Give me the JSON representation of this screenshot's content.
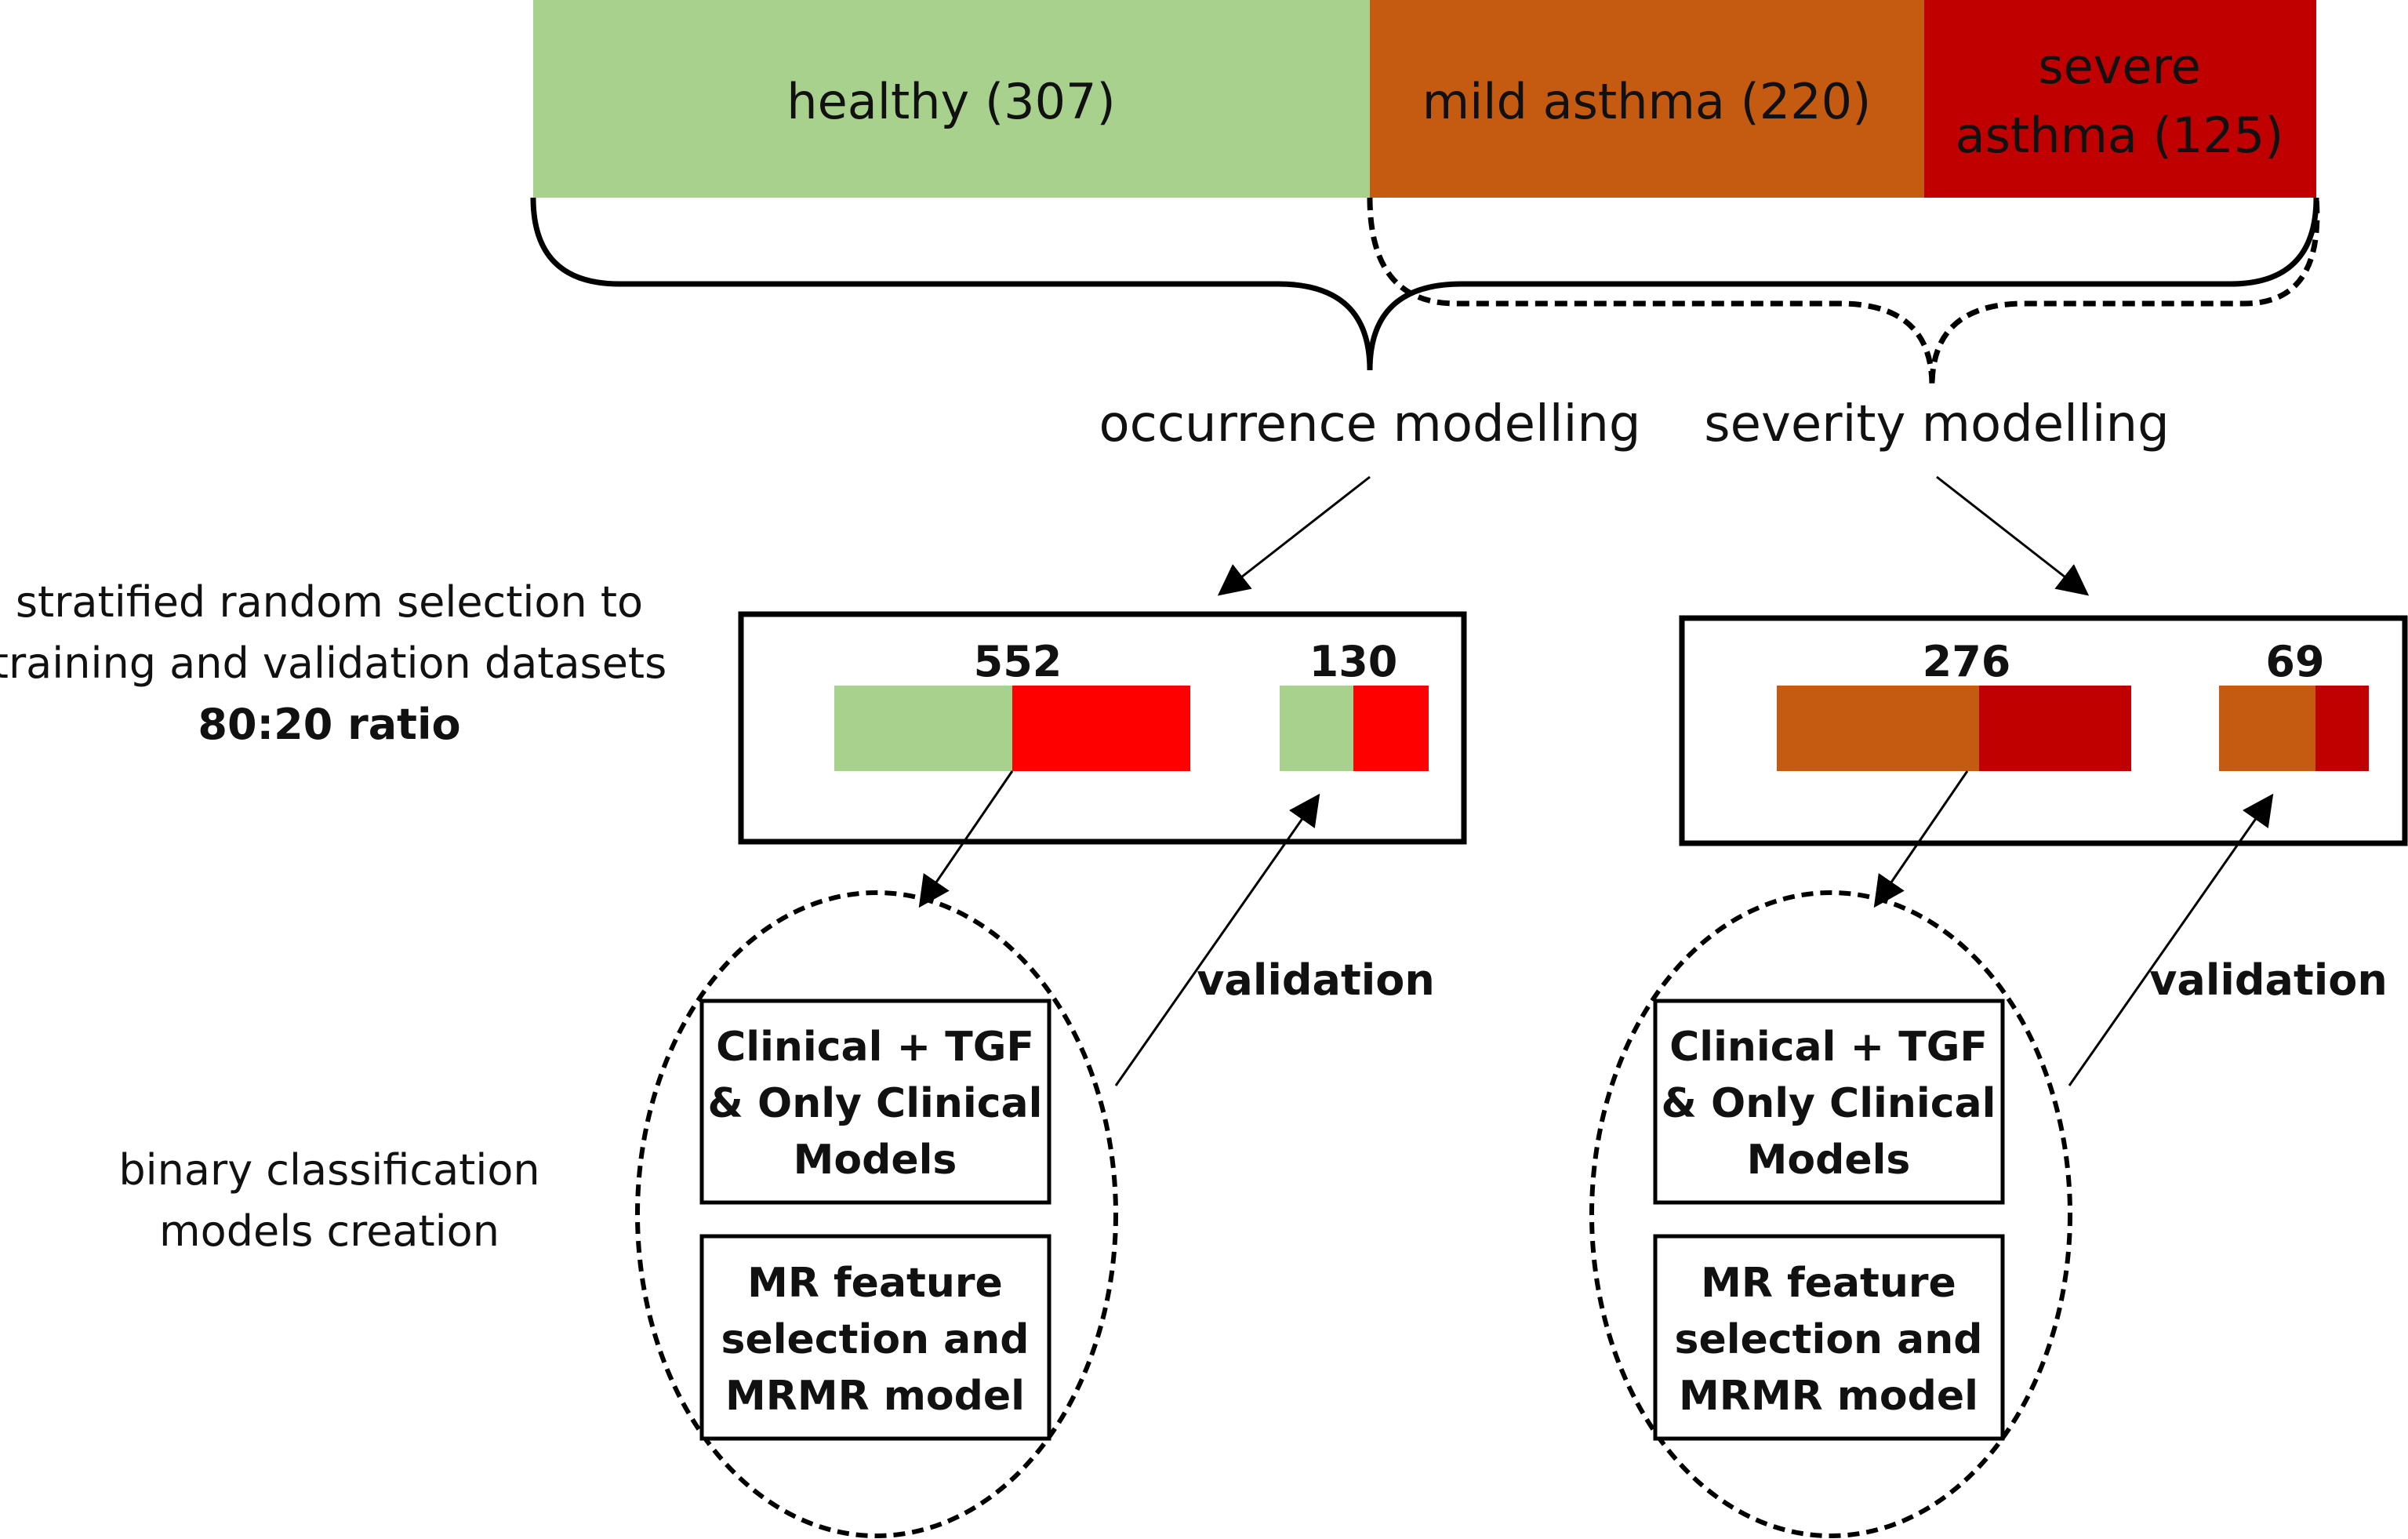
{
  "colors": {
    "healthy": "#a9d18e",
    "mild": "#c55a11",
    "severe": "#c00000",
    "bright_red": "#ff0000",
    "line": "#000000"
  },
  "categories": {
    "healthy": "healthy (307)",
    "mild": "mild asthma (220)",
    "severe_line1": "severe",
    "severe_line2": "asthma (125)"
  },
  "modelling": {
    "occurrence": "occurrence modelling",
    "severity": "severity modelling"
  },
  "side_labels": {
    "selection_line1": "stratified random selection to",
    "selection_line2": "training and validation datasets",
    "selection_line3": "80:20 ratio",
    "binary_line1": "binary classification",
    "binary_line2": "models creation"
  },
  "occurrence_split": {
    "training_count": "552",
    "validation_count": "130"
  },
  "severity_split": {
    "training_count": "276",
    "validation_count": "69"
  },
  "model_box_1": {
    "line1": "Clinical + TGF",
    "line2": "& Only Clinical",
    "line3": "Models"
  },
  "model_box_2": {
    "line1": "MR feature",
    "line2": "selection and",
    "line3": "MRMR model"
  },
  "validation_label": "validation"
}
